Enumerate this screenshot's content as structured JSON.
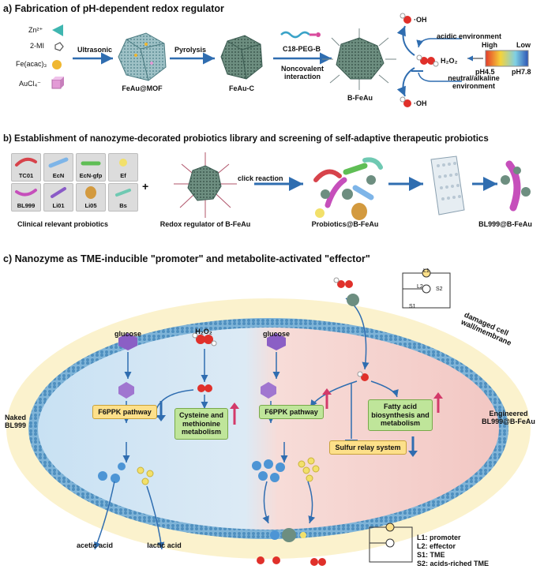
{
  "section_a": {
    "title": "a) Fabrication of pH-dependent redox regulator",
    "reagents": [
      "Zn²⁺",
      "2-MI",
      "Fe(acac)₃",
      "AuCl₄⁻"
    ],
    "step1_label": "Ultrasonic",
    "step1_product": "FeAu@MOF",
    "step2_label": "Pyrolysis",
    "step2_product": "FeAu-C",
    "step3_label": "C18-PEG-B",
    "step3_sub": "Noncovalent interaction",
    "step3_product": "B-FeAu",
    "oh_top": "·OH",
    "oh_bottom": "·OH",
    "h2o2": "H₂O₂",
    "acidic_env": "acidic environment",
    "neutral_env": "neutral/alkaline environment",
    "ph_high_label": "High",
    "ph_low_label": "Low",
    "ph_left": "pH4.5",
    "ph_right": "pH7.8",
    "colors": {
      "arrow": "#2f6db0",
      "cube": "#8fbac4",
      "triangle": "#3fb6b0",
      "sphere": "#f0b730",
      "cube_pink": "#e39bd6"
    }
  },
  "section_b": {
    "title": "b) Establishment of nanozyme-decorated probiotics library and screening of self-adaptive therapeutic probiotics",
    "probiotics": [
      "TC01",
      "EcN",
      "EcN-gfp",
      "Ef",
      "BL999",
      "Li01",
      "Li05",
      "Bs"
    ],
    "library_caption": "Clinical relevant probiotics",
    "plus": "+",
    "regulator_caption": "Redox regulator of B-FeAu",
    "click_label": "click reaction",
    "product_caption": "Probiotics@B-FeAu",
    "selected_caption": "BL999@B-FeAu"
  },
  "section_c": {
    "title": "c) Nanozyme as TME-inducible \"promoter\" and metabolite-activated \"effector\"",
    "glucose_left": "glucose",
    "h2o2": "H₂O₂",
    "glucose_right": "glucose",
    "damaged_label": "damaged cell wall/membrane",
    "naked_label": "Naked BL999",
    "engineered_label": "Engineered BL999@B-FeAu",
    "f6ppk_left": "F6PPK pathway",
    "cysteine": "Cysteine and methionine metabolism",
    "f6ppk_right": "F6PPK pathway",
    "fatty": "Fatty acid biosynthesis and metabolism",
    "sulfur": "Sulfur relay system",
    "acetic": "acetic acid",
    "lactic": "lactic acid",
    "circuit_top": {
      "l1": "L1",
      "l2": "L2",
      "s1": "S1",
      "s2": "S2"
    },
    "legend": [
      {
        "key": "L1: promoter"
      },
      {
        "key": "L2: effector"
      },
      {
        "key": "S1: TME"
      },
      {
        "key": "S2: acids-riched TME"
      }
    ]
  }
}
